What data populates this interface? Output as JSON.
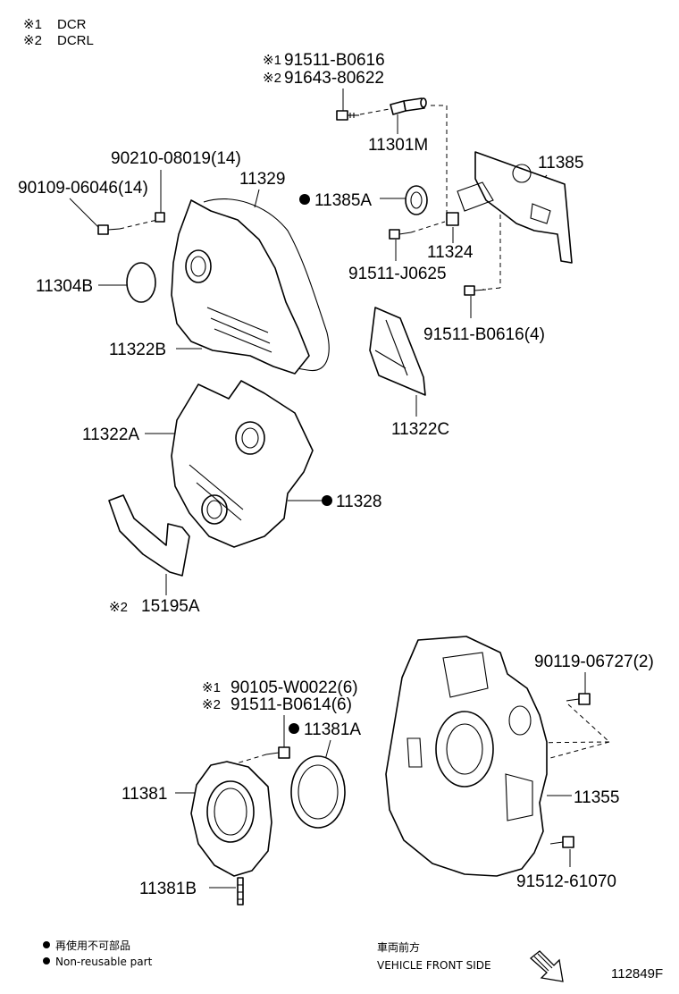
{
  "legend_models": [
    {
      "mark": "※1",
      "code": "DCR"
    },
    {
      "mark": "※2",
      "code": "DCRL"
    }
  ],
  "callouts": {
    "c_91511_B0616": {
      "mark": "※1",
      "text": "91511-B0616"
    },
    "c_91643_80622": {
      "mark": "※2",
      "text": "91643-80622"
    },
    "c_11301M": {
      "text": "11301M"
    },
    "c_90210_08019": {
      "text": "90210-08019(14)"
    },
    "c_11329": {
      "text": "11329"
    },
    "c_90109_06046": {
      "text": "90109-06046(14)"
    },
    "c_11385A": {
      "text": "11385A"
    },
    "c_11385": {
      "text": "11385"
    },
    "c_11324": {
      "text": "11324"
    },
    "c_91511_J0625": {
      "text": "91511-J0625"
    },
    "c_11304B": {
      "text": "11304B"
    },
    "c_91511_B0616_4": {
      "text": "91511-B0616(4)"
    },
    "c_11322B": {
      "text": "11322B"
    },
    "c_11322A": {
      "text": "11322A"
    },
    "c_11322C": {
      "text": "11322C"
    },
    "c_11328": {
      "text": "11328"
    },
    "c_15195A": {
      "mark": "※2",
      "text": "15195A"
    },
    "c_90119_06727": {
      "text": "90119-06727(2)"
    },
    "c_90105_W0022": {
      "mark": "※1",
      "text": "90105-W0022(6)"
    },
    "c_91511_B0614": {
      "mark": "※2",
      "text": "91511-B0614(6)"
    },
    "c_11381A": {
      "text": "11381A"
    },
    "c_11381": {
      "text": "11381"
    },
    "c_11355": {
      "text": "11355"
    },
    "c_11381B": {
      "text": "11381B"
    },
    "c_91512_61070": {
      "text": "91512-61070"
    }
  },
  "footer": {
    "nonreusable_jp": "再使用不可部品",
    "nonreusable_en": "Non-reusable part",
    "front_jp": "車両前方",
    "front_en": "VEHICLE FRONT SIDE",
    "figure_id": "112849F"
  }
}
